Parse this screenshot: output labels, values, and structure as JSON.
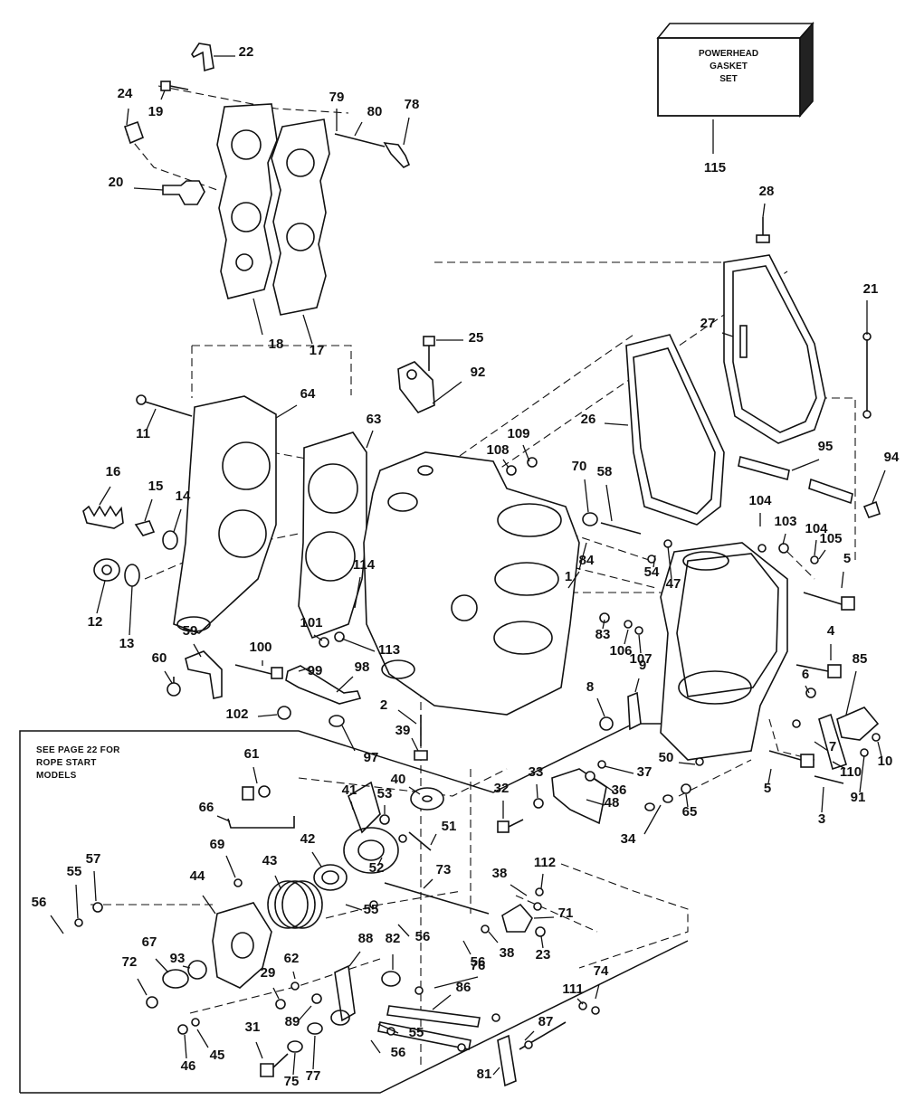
{
  "gasket_set": {
    "line1": "POWERHEAD",
    "line2": "GASKET",
    "line3": "SET"
  },
  "note": {
    "line1": "SEE PAGE 22 FOR",
    "line2": "ROPE START",
    "line3": "MODELS"
  },
  "callouts": [
    {
      "label": "22"
    },
    {
      "label": "24"
    },
    {
      "label": "19"
    },
    {
      "label": "79"
    },
    {
      "label": "80"
    },
    {
      "label": "78"
    },
    {
      "label": "20"
    },
    {
      "label": "18"
    },
    {
      "label": "17"
    },
    {
      "label": "115"
    },
    {
      "label": "28"
    },
    {
      "label": "21"
    },
    {
      "label": "27"
    },
    {
      "label": "25"
    },
    {
      "label": "92"
    },
    {
      "label": "26"
    },
    {
      "label": "64"
    },
    {
      "label": "63"
    },
    {
      "label": "11"
    },
    {
      "label": "16"
    },
    {
      "label": "15"
    },
    {
      "label": "14"
    },
    {
      "label": "12"
    },
    {
      "label": "13"
    },
    {
      "label": "109"
    },
    {
      "label": "108"
    },
    {
      "label": "70"
    },
    {
      "label": "58"
    },
    {
      "label": "95"
    },
    {
      "label": "94"
    },
    {
      "label": "104"
    },
    {
      "label": "103"
    },
    {
      "label": "104"
    },
    {
      "label": "105"
    },
    {
      "label": "5"
    },
    {
      "label": "1"
    },
    {
      "label": "84"
    },
    {
      "label": "54"
    },
    {
      "label": "47"
    },
    {
      "label": "114"
    },
    {
      "label": "59"
    },
    {
      "label": "60"
    },
    {
      "label": "101"
    },
    {
      "label": "100"
    },
    {
      "label": "99"
    },
    {
      "label": "113"
    },
    {
      "label": "98"
    },
    {
      "label": "83"
    },
    {
      "label": "106"
    },
    {
      "label": "107"
    },
    {
      "label": "4"
    },
    {
      "label": "85"
    },
    {
      "label": "6"
    },
    {
      "label": "102"
    },
    {
      "label": "2"
    },
    {
      "label": "39"
    },
    {
      "label": "97"
    },
    {
      "label": "9"
    },
    {
      "label": "8"
    },
    {
      "label": "61"
    },
    {
      "label": "40"
    },
    {
      "label": "41"
    },
    {
      "label": "53"
    },
    {
      "label": "33"
    },
    {
      "label": "37"
    },
    {
      "label": "36"
    },
    {
      "label": "48"
    },
    {
      "label": "32"
    },
    {
      "label": "50"
    },
    {
      "label": "5"
    },
    {
      "label": "7"
    },
    {
      "label": "110"
    },
    {
      "label": "10"
    },
    {
      "label": "91"
    },
    {
      "label": "65"
    },
    {
      "label": "3"
    },
    {
      "label": "66"
    },
    {
      "label": "51"
    },
    {
      "label": "34"
    },
    {
      "label": "69"
    },
    {
      "label": "42"
    },
    {
      "label": "52"
    },
    {
      "label": "57"
    },
    {
      "label": "55"
    },
    {
      "label": "56"
    },
    {
      "label": "44"
    },
    {
      "label": "43"
    },
    {
      "label": "73"
    },
    {
      "label": "112"
    },
    {
      "label": "38"
    },
    {
      "label": "71"
    },
    {
      "label": "55"
    },
    {
      "label": "56"
    },
    {
      "label": "38"
    },
    {
      "label": "23"
    },
    {
      "label": "56"
    },
    {
      "label": "67"
    },
    {
      "label": "93"
    },
    {
      "label": "72"
    },
    {
      "label": "62"
    },
    {
      "label": "88"
    },
    {
      "label": "82"
    },
    {
      "label": "76"
    },
    {
      "label": "29"
    },
    {
      "label": "86"
    },
    {
      "label": "74"
    },
    {
      "label": "111"
    },
    {
      "label": "89"
    },
    {
      "label": "46"
    },
    {
      "label": "45"
    },
    {
      "label": "31"
    },
    {
      "label": "75"
    },
    {
      "label": "77"
    },
    {
      "label": "55"
    },
    {
      "label": "87"
    },
    {
      "label": "56"
    },
    {
      "label": "81"
    }
  ]
}
